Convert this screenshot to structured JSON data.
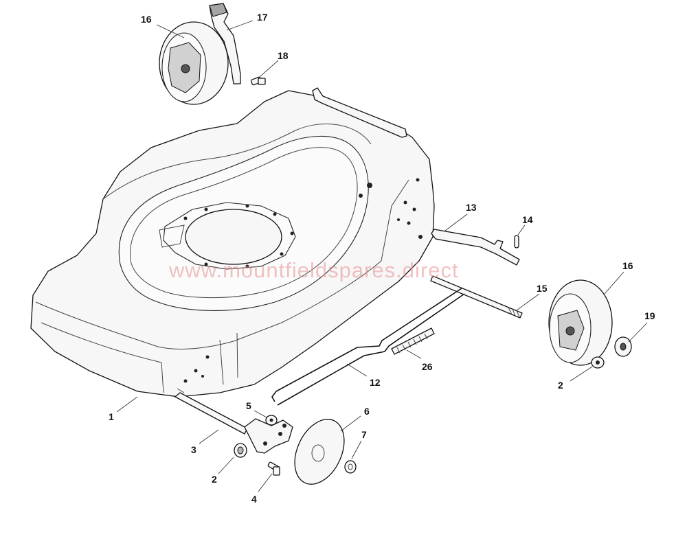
{
  "diagram": {
    "watermark": "www.mountfieldspares.direct",
    "callouts": [
      {
        "id": "c1",
        "label": "1"
      },
      {
        "id": "c2a",
        "label": "2"
      },
      {
        "id": "c2b",
        "label": "2"
      },
      {
        "id": "c3",
        "label": "3"
      },
      {
        "id": "c4",
        "label": "4"
      },
      {
        "id": "c5",
        "label": "5"
      },
      {
        "id": "c6",
        "label": "6"
      },
      {
        "id": "c7",
        "label": "7"
      },
      {
        "id": "c12",
        "label": "12"
      },
      {
        "id": "c13",
        "label": "13"
      },
      {
        "id": "c14",
        "label": "14"
      },
      {
        "id": "c15",
        "label": "15"
      },
      {
        "id": "c16a",
        "label": "16"
      },
      {
        "id": "c16b",
        "label": "16"
      },
      {
        "id": "c17",
        "label": "17"
      },
      {
        "id": "c18",
        "label": "18"
      },
      {
        "id": "c19",
        "label": "19"
      },
      {
        "id": "c26",
        "label": "26"
      }
    ]
  }
}
